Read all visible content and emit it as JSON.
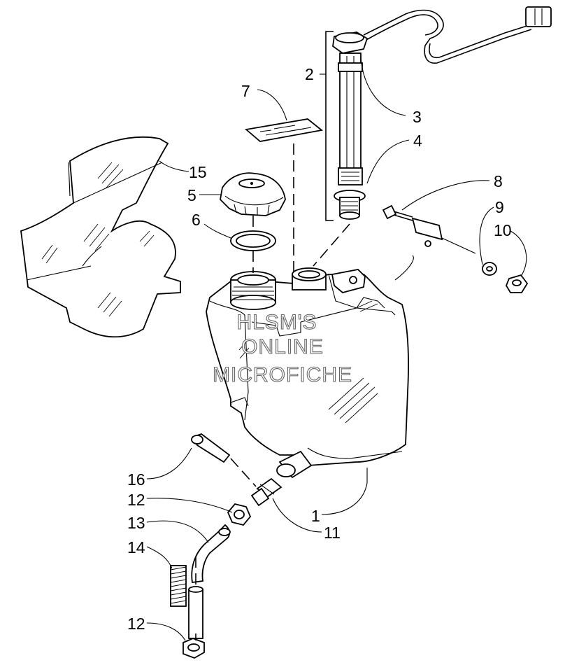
{
  "diagram": {
    "watermark": [
      "HLSM'S",
      "ONLINE",
      "MICROFICHE"
    ],
    "callouts": [
      "1",
      "2",
      "3",
      "4",
      "5",
      "6",
      "7",
      "8",
      "9",
      "10",
      "11",
      "12",
      "13",
      "14",
      "15",
      "16",
      "12"
    ]
  }
}
